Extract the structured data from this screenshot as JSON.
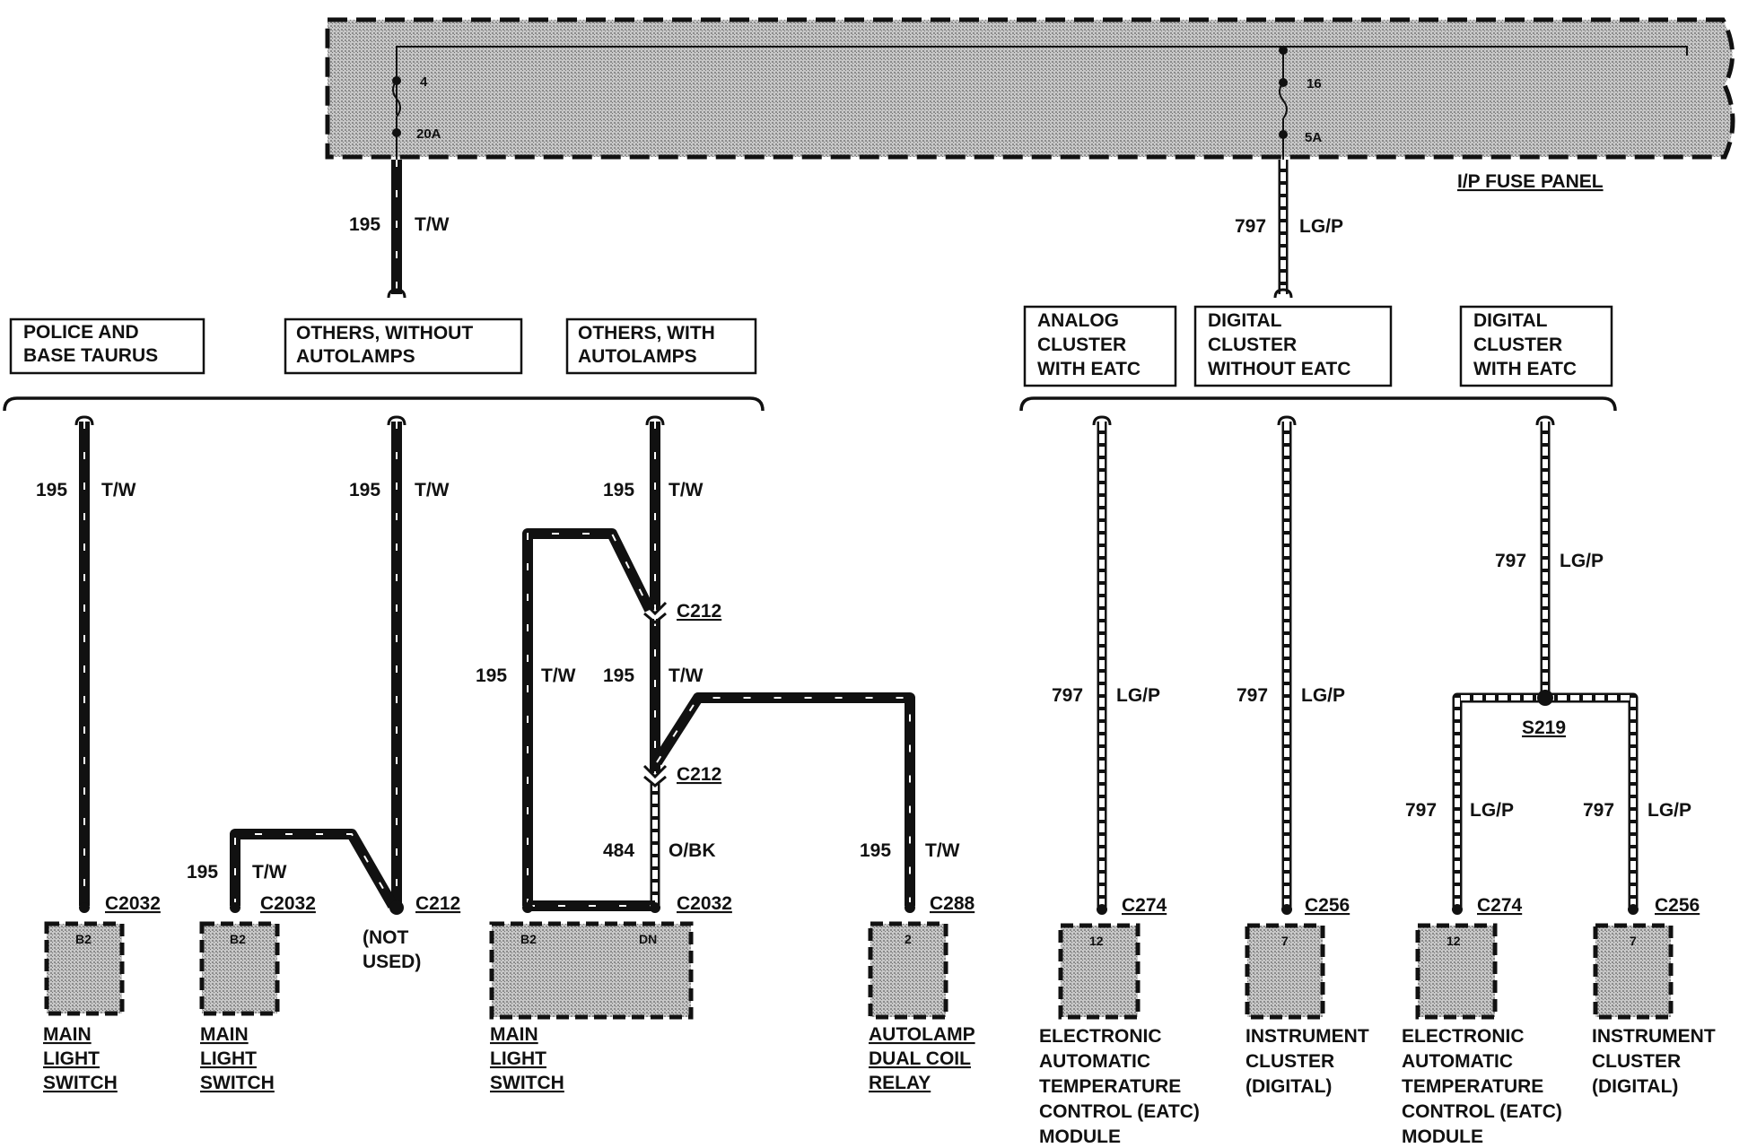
{
  "fuse_panel": {
    "label": "I/P FUSE PANEL",
    "fuse_left": {
      "number": "4",
      "rating": "20A"
    },
    "fuse_right": {
      "number": "16",
      "rating": "5A"
    }
  },
  "feed_wires": {
    "left": {
      "circuit": "195",
      "color": "T/W"
    },
    "right": {
      "circuit": "797",
      "color": "LG/P"
    }
  },
  "variants": {
    "police": "POLICE AND\nBASE TAURUS",
    "without_autolamps": "OTHERS, WITHOUT\nAUTOLAMPS",
    "with_autolamps": "OTHERS, WITH\nAUTOLAMPS",
    "analog_eatc": "ANALOG\nCLUSTER\nWITH EATC",
    "digital_no_eatc": "DIGITAL\nCLUSTER\nWITHOUT EATC",
    "digital_eatc": "DIGITAL\nCLUSTER\nWITH EATC"
  },
  "wires": [
    {
      "id": "w1",
      "circuit": "195",
      "color": "T/W"
    },
    {
      "id": "w2",
      "circuit": "195",
      "color": "T/W"
    },
    {
      "id": "w3",
      "circuit": "195",
      "color": "T/W"
    },
    {
      "id": "w4",
      "circuit": "195",
      "color": "T/W"
    },
    {
      "id": "w5",
      "circuit": "195",
      "color": "T/W"
    },
    {
      "id": "w6",
      "circuit": "195",
      "color": "T/W"
    },
    {
      "id": "w7",
      "circuit": "484",
      "color": "O/BK"
    },
    {
      "id": "w8",
      "circuit": "195",
      "color": "T/W"
    },
    {
      "id": "w9",
      "circuit": "797",
      "color": "LG/P"
    },
    {
      "id": "w10",
      "circuit": "797",
      "color": "LG/P"
    },
    {
      "id": "w11",
      "circuit": "797",
      "color": "LG/P"
    },
    {
      "id": "w12",
      "circuit": "797",
      "color": "LG/P"
    },
    {
      "id": "w13",
      "circuit": "797",
      "color": "LG/P"
    }
  ],
  "connectors": {
    "c2032_a": "C2032",
    "c2032_b": "C2032",
    "c212_notused": "C212",
    "c212_upper": "C212",
    "c212_lower": "C212",
    "c2032_c": "C2032",
    "c288": "C288",
    "c274_a": "C274",
    "c256_a": "C256",
    "c274_b": "C274",
    "c256_b": "C256",
    "splice": "S219"
  },
  "not_used": "(NOT\nUSED)",
  "pins": {
    "p1": "B2",
    "p2": "B2",
    "p3a": "B2",
    "p3b": "DN",
    "p4": "2",
    "p5": "12",
    "p6": "7",
    "p7": "12",
    "p8": "7"
  },
  "components": {
    "c1": "MAIN\nLIGHT\nSWITCH",
    "c2": "MAIN\nLIGHT\nSWITCH",
    "c3": "MAIN\nLIGHT\nSWITCH",
    "c4": "AUTOLAMP\nDUAL COIL\nRELAY",
    "c5": "ELECTRONIC\nAUTOMATIC\nTEMPERATURE\nCONTROL (EATC)\nMODULE",
    "c6": "INSTRUMENT\nCLUSTER\n(DIGITAL)",
    "c7": "ELECTRONIC\nAUTOMATIC\nTEMPERATURE\nCONTROL (EATC)\nMODULE",
    "c8": "INSTRUMENT\nCLUSTER\n(DIGITAL)"
  },
  "colors": {
    "line": "#111111",
    "panel_fill": "#b4b4b4",
    "component_fill": "#a8a8a8"
  }
}
